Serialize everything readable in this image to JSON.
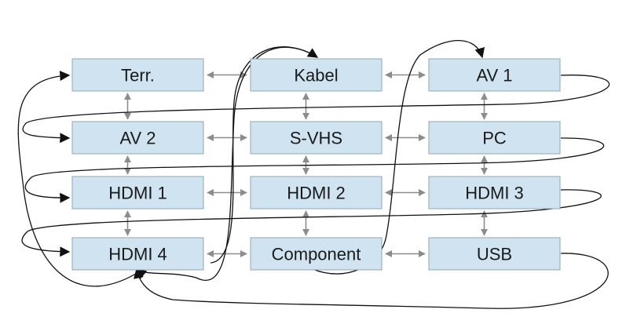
{
  "diagram": {
    "nodes": [
      {
        "id": "terr",
        "label": "Terr."
      },
      {
        "id": "kabel",
        "label": "Kabel"
      },
      {
        "id": "av1",
        "label": "AV 1"
      },
      {
        "id": "av2",
        "label": "AV 2"
      },
      {
        "id": "svhs",
        "label": "S-VHS"
      },
      {
        "id": "pc",
        "label": "PC"
      },
      {
        "id": "hdmi1",
        "label": "HDMI 1"
      },
      {
        "id": "hdmi2",
        "label": "HDMI 2"
      },
      {
        "id": "hdmi3",
        "label": "HDMI 3"
      },
      {
        "id": "hdmi4",
        "label": "HDMI 4"
      },
      {
        "id": "component",
        "label": "Component"
      },
      {
        "id": "usb",
        "label": "USB"
      }
    ],
    "grid_links": [
      [
        "terr",
        "kabel"
      ],
      [
        "kabel",
        "av1"
      ],
      [
        "av2",
        "svhs"
      ],
      [
        "svhs",
        "pc"
      ],
      [
        "hdmi1",
        "hdmi2"
      ],
      [
        "hdmi2",
        "hdmi3"
      ],
      [
        "hdmi4",
        "component"
      ],
      [
        "component",
        "usb"
      ],
      [
        "terr",
        "av2"
      ],
      [
        "av2",
        "hdmi1"
      ],
      [
        "hdmi1",
        "hdmi4"
      ],
      [
        "kabel",
        "svhs"
      ],
      [
        "svhs",
        "hdmi2"
      ],
      [
        "hdmi2",
        "component"
      ],
      [
        "av1",
        "pc"
      ],
      [
        "pc",
        "hdmi3"
      ],
      [
        "hdmi3",
        "usb"
      ]
    ],
    "cycle_links": [
      {
        "from": "terr",
        "to": "kabel"
      },
      {
        "from": "kabel",
        "to": "hdmi4"
      },
      {
        "from": "hdmi4",
        "to": "terr"
      },
      {
        "from": "av1",
        "to": "av2"
      },
      {
        "from": "pc",
        "to": "hdmi1"
      },
      {
        "from": "hdmi3",
        "to": "hdmi4"
      },
      {
        "from": "component",
        "to": "av1"
      },
      {
        "from": "usb",
        "to": "hdmi4"
      }
    ]
  }
}
